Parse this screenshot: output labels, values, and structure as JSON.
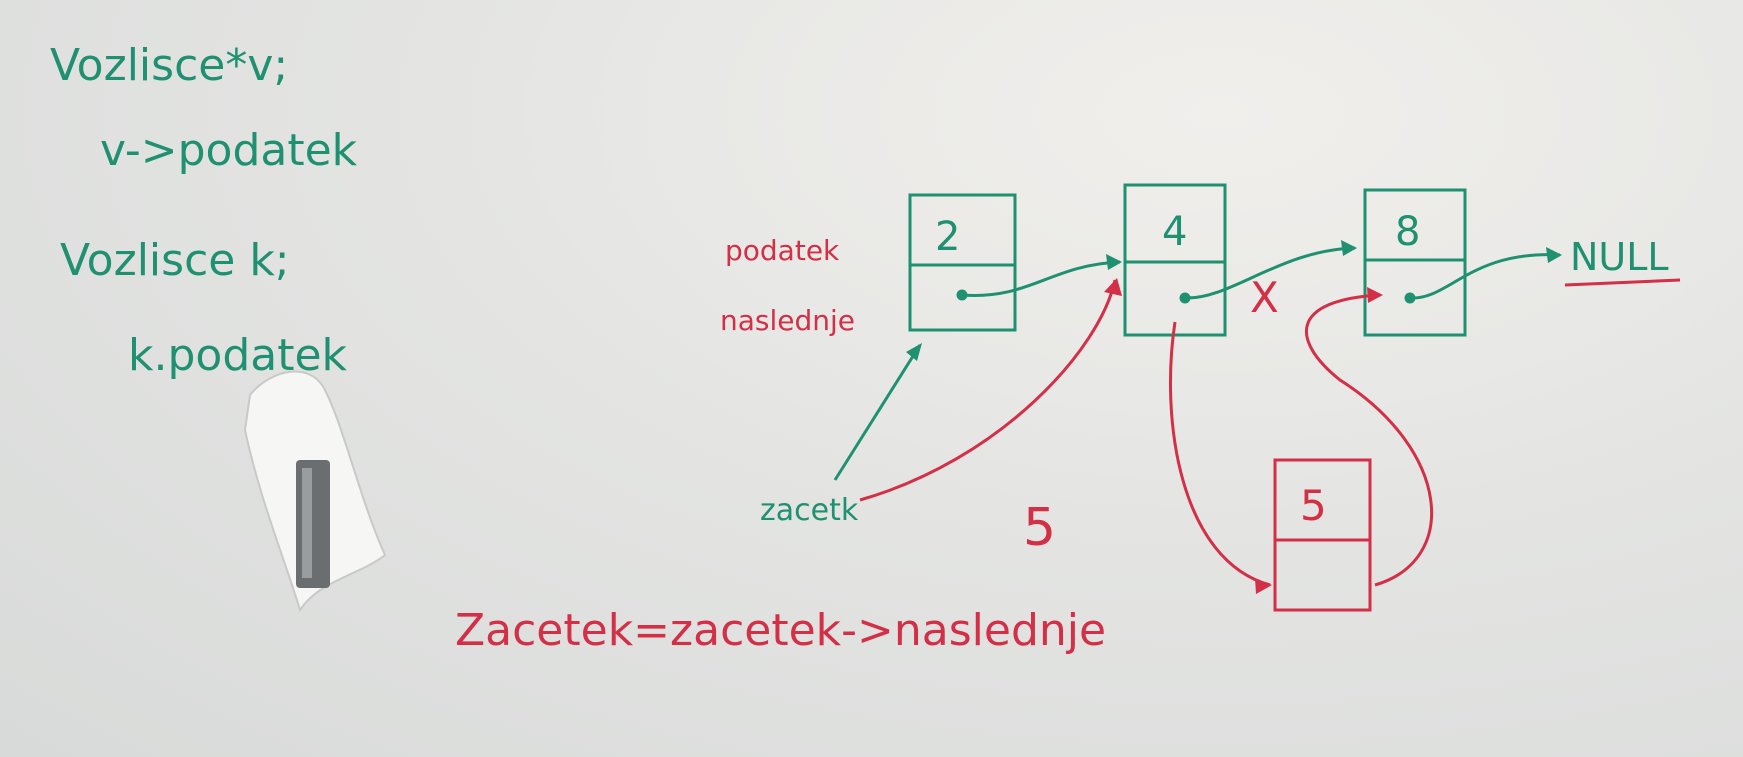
{
  "code": {
    "line1": "Vozlisce*v;",
    "line2": "v->podatek",
    "line3": "Vozlisce k;",
    "line4": "k.podatek"
  },
  "labels": {
    "podatek": "podatek",
    "naslednje": "naslednje",
    "zacetek": "zacetk",
    "null": "NULL",
    "cross": "X",
    "loose_number": "5"
  },
  "nodes": {
    "node1_value": "2",
    "node2_value": "4",
    "node3_value": "8",
    "new_node_value": "5"
  },
  "statement": "Zacetek=zacetek->naslednje",
  "colors": {
    "green_marker": "#1f9070",
    "red_marker": "#d32f46",
    "board": "#e4e5e3"
  }
}
